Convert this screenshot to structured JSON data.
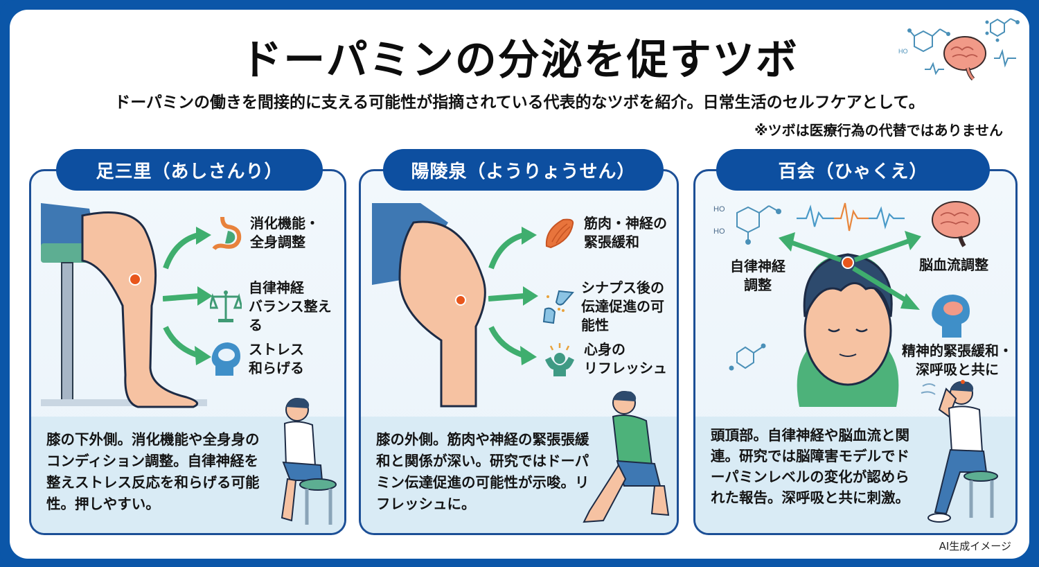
{
  "header": {
    "title": "ドーパミンの分泌を促すツボ",
    "subtitle": "ドーパミンの働きを間接的に支える可能性が指摘されている代表的なツボを紹介。日常生活のセルフケアとして。",
    "note": "※ツボは医療行為の代替ではありません",
    "decoration_icons": [
      "dopamine-molecule-icon",
      "brain-icon",
      "pulse-wave-icon"
    ]
  },
  "colors": {
    "frame": "#0b56a8",
    "pill": "#0d4fa0",
    "card_border": "#1c4f96",
    "card_bg": "#eef6fb",
    "desc_bg": "#d9ebf5",
    "arrow": "#3fae6e",
    "point": "#e8561c",
    "skin": "#f6c2a2"
  },
  "cards": [
    {
      "name": "足三里（あしさんり）",
      "effects": [
        {
          "icon": "stomach-icon",
          "label": "消化機能・\n全身調整"
        },
        {
          "icon": "balance-scale-icon",
          "label": "自律神経\nバランス整える"
        },
        {
          "icon": "head-brain-icon",
          "label": "ストレス\n和らげる"
        }
      ],
      "description": "膝の下外側。消化機能や全身身のコンディション調整。自律神経を整えストレス反応を和らげる可能性。押しやすい。"
    },
    {
      "name": "陽陵泉（ようりょうせん）",
      "effects": [
        {
          "icon": "muscle-icon",
          "label": "筋肉・神経の\n緊張緩和"
        },
        {
          "icon": "synapse-icon",
          "label": "シナプス後の\n伝達促進の可能性"
        },
        {
          "icon": "person-refresh-icon",
          "label": "心身の\nリフレッシュ"
        }
      ],
      "description": "膝の外側。筋肉や神経の緊張張緩和と関係が深い。研究ではドーパミン伝達促進の可能性が示唆。リフレッシュに。"
    },
    {
      "name": "百会（ひゃくえ）",
      "effects": [
        {
          "icon": "dopamine-molecule-icon",
          "label": "自律神経\n調整"
        },
        {
          "icon": "brain-icon",
          "label": "脳血流調整"
        },
        {
          "icon": "head-brain-icon",
          "label": "精神的緊張緩和・\n深呼吸と共に"
        }
      ],
      "description": "頭頂部。自律神経や脳血流と関連。研究では脳障害モデルでドーパミンレベルの変化が認められた報告。深呼吸と共に刺激。"
    }
  ],
  "footer": {
    "credit": "AI生成イメージ"
  }
}
